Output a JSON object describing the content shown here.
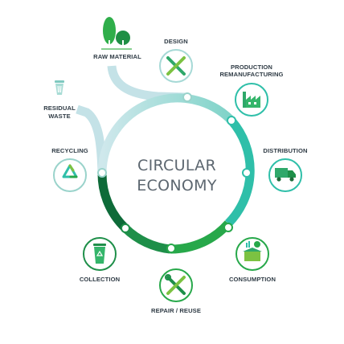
{
  "diagram": {
    "center": {
      "line1": "CIRCULAR",
      "line2": "ECONOMY"
    },
    "raw_material": "RAW MATERIAL",
    "residual_waste": {
      "line1": "RESIDUAL",
      "line2": "WASTE"
    },
    "stages": {
      "design": "DESIGN",
      "production": {
        "line1": "PRODUCTION",
        "line2": "REMANUFACTURING"
      },
      "distribution": "DISTRIBUTION",
      "consumption": "CONSUMPTION",
      "repair": "REPAIR / REUSE",
      "collection": "COLLECTION",
      "recycling": "RECYCLING"
    },
    "icons": {
      "raw_material": "trees-icon",
      "residual_waste": "trash-bin-icon",
      "design": "pencil-ruler-icon",
      "production": "factory-icon",
      "distribution": "delivery-truck-icon",
      "consumption": "shopping-box-icon",
      "repair": "wrench-screwdriver-icon",
      "collection": "recycle-bin-icon",
      "recycling": "recycle-arrows-icon"
    },
    "colors": {
      "teal_light": "#b9dde3",
      "teal": "#2fbfa9",
      "green": "#27a84a",
      "dark_green": "#0e6b39",
      "light_green": "#7cc242"
    }
  }
}
